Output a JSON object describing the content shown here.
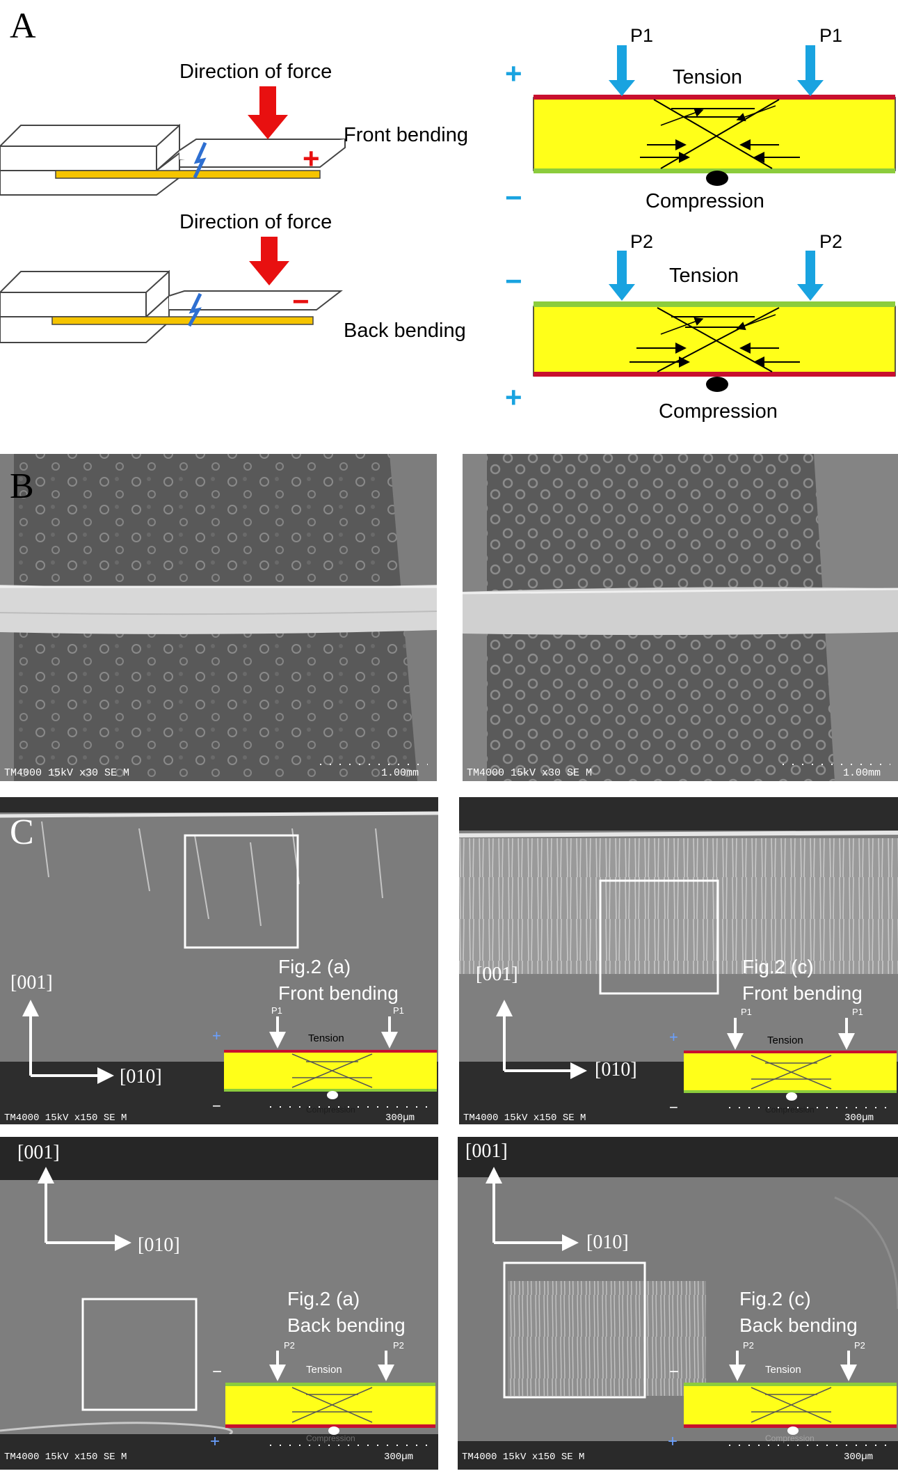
{
  "panels": {
    "A": "A",
    "B": "B",
    "C": "C"
  },
  "panel_a": {
    "front": {
      "direction": "Direction of force",
      "label": "Front bending",
      "sign": "+"
    },
    "back": {
      "direction": "Direction of force",
      "label": "Back bending",
      "sign": "−"
    },
    "front_beam": {
      "load_left": "P1",
      "load_right": "P1",
      "tension": "Tension",
      "compression": "Compression",
      "top_sign": "+",
      "bottom_sign": "−"
    },
    "back_beam": {
      "load_left": "P2",
      "load_right": "P2",
      "tension": "Tension",
      "compression": "Compression",
      "top_sign": "−",
      "bottom_sign": "+"
    }
  },
  "panel_b": {
    "images": [
      {
        "caption": "TM4000 15kV x30 SE M",
        "scale": "1.00mm"
      },
      {
        "caption": "TM4000 15kV x30 SE M",
        "scale": "1.00mm"
      }
    ]
  },
  "panel_c": {
    "images": [
      {
        "axis_v": "[001]",
        "axis_h": "[010]",
        "fig": "Fig.2 (a)",
        "mode": "Front bending",
        "load": "P1",
        "tension": "Tension",
        "compression": "Compression",
        "caption": "TM4000 15kV x150 SE M",
        "scale": "300µm",
        "top_sign": "+",
        "bottom_sign": "−"
      },
      {
        "axis_v": "[001]",
        "axis_h": "[010]",
        "fig": "Fig.2 (c)",
        "mode": "Front bending",
        "load": "P1",
        "tension": "Tension",
        "compression": "Compression",
        "caption": "TM4000 15kV x150 SE M",
        "scale": "300µm",
        "top_sign": "+",
        "bottom_sign": "−"
      },
      {
        "axis_v": "[001]",
        "axis_h": "[010]",
        "fig": "Fig.2 (a)",
        "mode": "Back bending",
        "load": "P2",
        "tension": "Tension",
        "compression": "Compression",
        "caption": "TM4000 15kV x150 SE M",
        "scale": "300µm",
        "top_sign": "−",
        "bottom_sign": "+"
      },
      {
        "axis_v": "[001]",
        "axis_h": "[010]",
        "fig": "Fig.2 (c)",
        "mode": "Back bending",
        "load": "P2",
        "tension": "Tension",
        "compression": "Compression",
        "caption": "TM4000 15kV x150 SE M",
        "scale": "300µm",
        "top_sign": "−",
        "bottom_sign": "+"
      }
    ]
  },
  "colors": {
    "force_arrow": "#e81010",
    "load_arrow": "#19a3e0",
    "beam_fill": "#ffff19",
    "tension_edge": "#c8102e",
    "compression_edge": "#8ccc3c",
    "sample_strip": "#f5c400",
    "crack": "#2e6fd1",
    "sem_background": "#7a7a7a"
  }
}
